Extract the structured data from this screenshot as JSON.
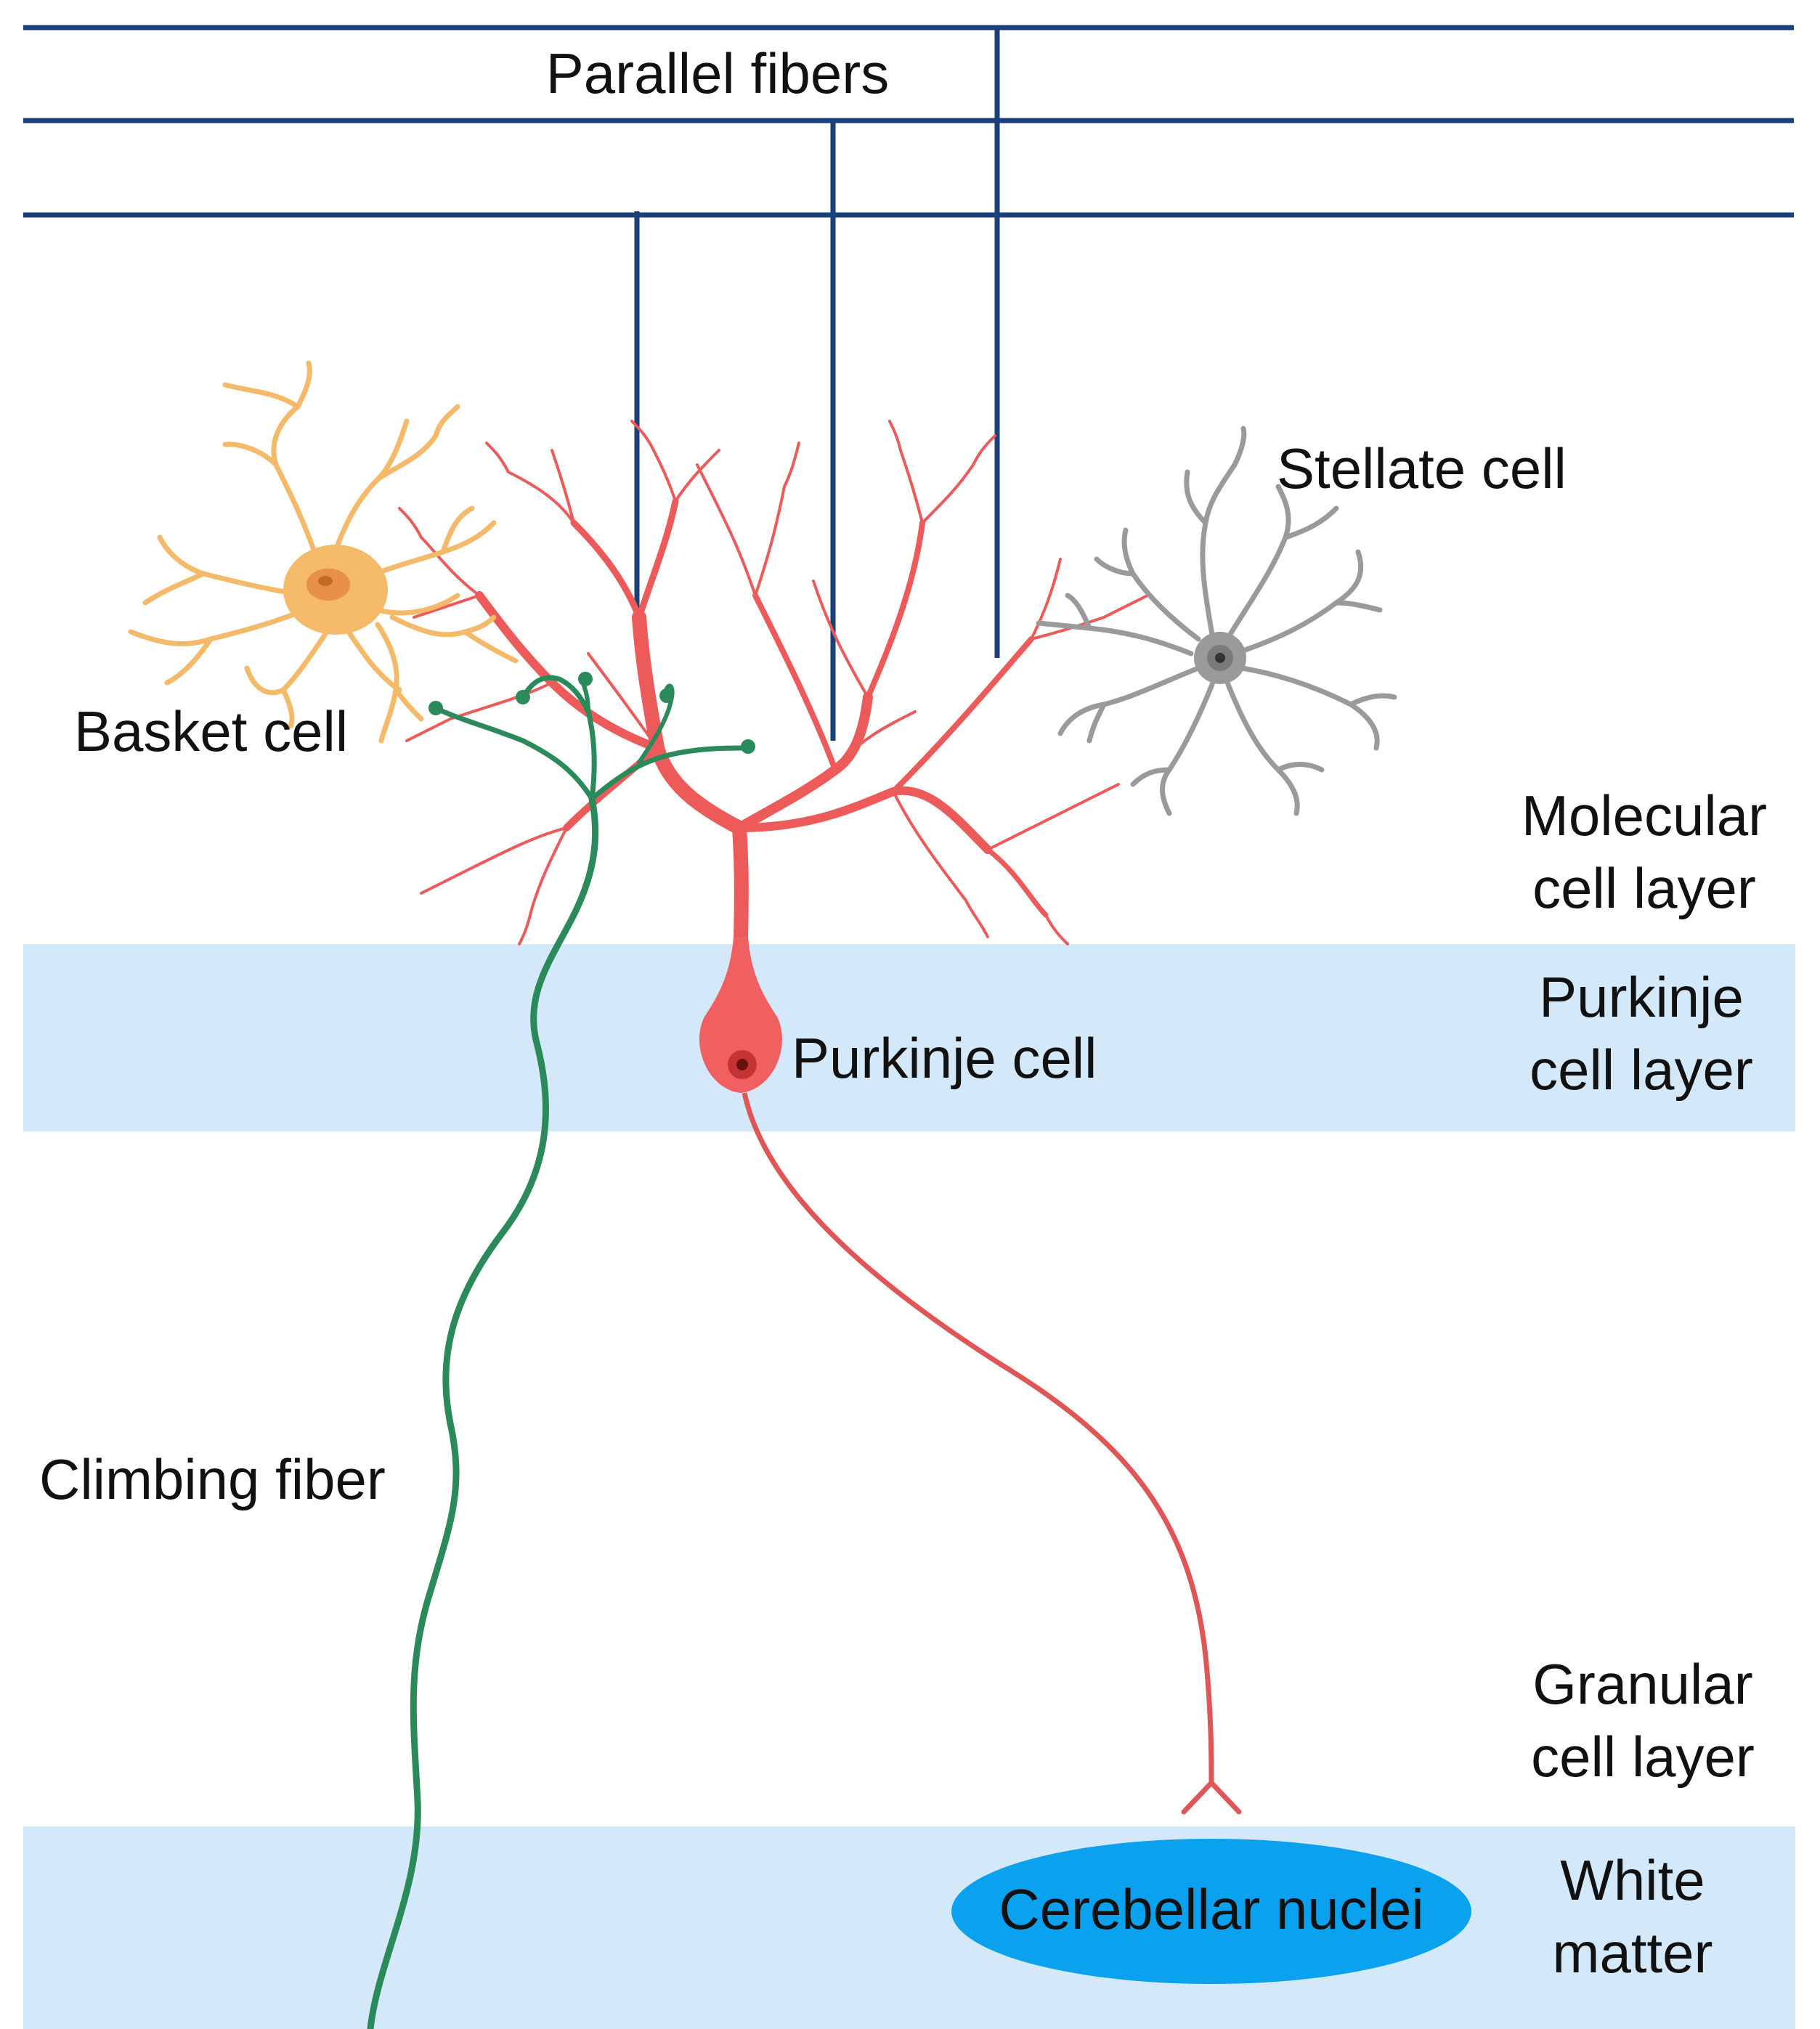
{
  "labels": {
    "parallel_fibers": "Parallel fibers",
    "stellate_cell": "Stellate cell",
    "basket_cell": "Basket cell",
    "molecular_layer_line1": "Molecular",
    "molecular_layer_line2": "cell layer",
    "purkinje_layer_line1": "Purkinje",
    "purkinje_layer_line2": "cell layer",
    "purkinje_cell": "Purkinje cell",
    "climbing_fiber": "Climbing fiber",
    "granular_layer_line1": "Granular",
    "granular_layer_line2": "cell layer",
    "white_matter_line1": "White",
    "white_matter_line2": "matter",
    "cerebellar_nuclei": "Cerebellar nuclei"
  },
  "colors": {
    "parallel_fiber": "#1a3f7a",
    "purkinje": "#f06060",
    "purkinje_dendrite": "#ec5a5a",
    "climbing_fiber": "#2a8a5a",
    "basket": "#f5b96a",
    "stellate": "#9a9a9a",
    "layer_band": "#d3e8f8",
    "nuclei": "#0aa2ee"
  }
}
